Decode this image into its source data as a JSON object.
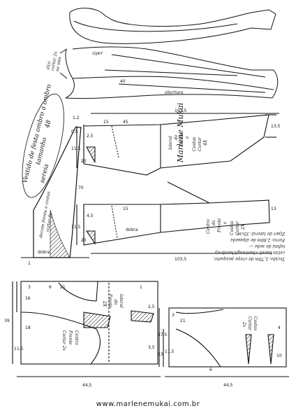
{
  "title": {
    "line1": "Vestido de festa ombro a ombro",
    "line2": "tamanho",
    "size": "48",
    "line3": "sereia"
  },
  "signature": "Marlene Mukai",
  "sketch": {
    "ziper": "ziper",
    "alca_line1": "alça",
    "alca_line2": "cortar 2x",
    "alca_line3": "no viés",
    "abertura": "abertura",
    "dim_40": "40"
  },
  "decote": {
    "line1": "decote frente e costas",
    "line2": "cortar 8x",
    "dobra": "dobra",
    "dim_70": "70",
    "dim_1": "1"
  },
  "skirt_back": {
    "label1": "lateral",
    "label2": "do",
    "label3": "Frente",
    "label4": "e",
    "label5": "Costas",
    "label6": "Cortar",
    "label7": "4X",
    "dim_1035": "103,5",
    "dim_15": "15",
    "dim_45": "45",
    "dim_135": "13,5",
    "dim_20": "20",
    "dim_115": "11,5",
    "dim_25": "2,5",
    "dim_05": "0,5",
    "dim_12": "1,2"
  },
  "skirt_front": {
    "label1": "Centro",
    "label2": "da",
    "label3": "Frente",
    "label4": "e",
    "label5": "Costas",
    "label6": "Cortar",
    "label7": "2X",
    "dobra": "dobra",
    "dim_1035": "103,5",
    "dim_15": "15",
    "dim_13": "13",
    "dim_20": "20",
    "dim_115": "11,5",
    "dim_45": "4,5"
  },
  "fabric": {
    "line1": "Tecido: 2,70m de crepe pesquete,",
    "line2": "cetim bucol, chantung/chambray",
    "line3": "tafetá de seda ---",
    "line4": "Forro: 2,60m de alpaseda",
    "line5": "Ziper de lateral: 35cm."
  },
  "bodice_front": {
    "label1": "lateral",
    "label2": "da",
    "label3": "Frente",
    "label4": "2X",
    "center1": "Centro",
    "center2": "Frente",
    "center3": "Cortar 2x",
    "dim_39": "39",
    "dim_115": "11,5",
    "dim_445": "44,5",
    "dim_21": "21",
    "dim_3": "3",
    "dim_6": "6",
    "dim_16": "16",
    "dim_18": "18",
    "dim_35": "3,5",
    "dim_1": "1",
    "dim_25": "2,5"
  },
  "bodice_back": {
    "label1": "Costas",
    "label2": "Cortar",
    "label3": "2x",
    "dim_375": "37,5",
    "dim_23": "23",
    "dim_115": "11,5",
    "dim_445": "44,5",
    "dim_21": "21",
    "dim_10": "10",
    "dim_4": "4",
    "dim_6": "6",
    "dim_3": "3"
  },
  "footer": "www.marlenemukai.com.br"
}
